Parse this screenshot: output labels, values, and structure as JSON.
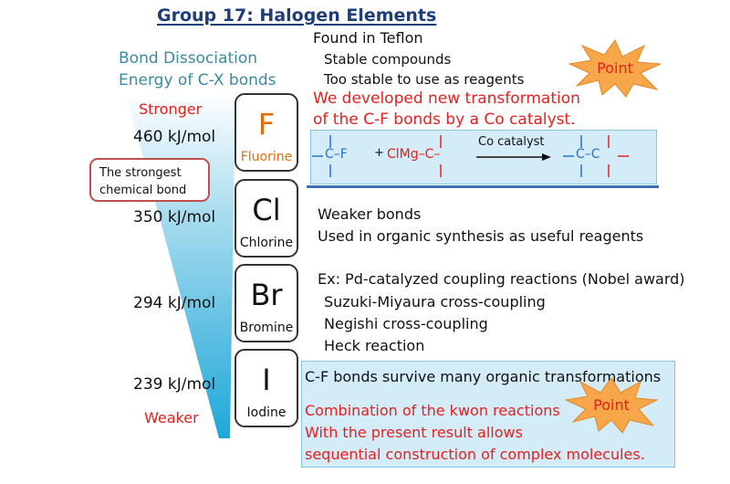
{
  "title": "Group 17:  Halogen Elements",
  "left_heading": [
    "Bond Dissociation",
    "Energy of C-X bonds"
  ],
  "strength_top": "Stronger",
  "strength_bottom": "Weaker",
  "energies": [
    "460 kJ/mol",
    "350 kJ/mol",
    "294 kJ/mol",
    "239 kJ/mol"
  ],
  "callout": [
    "The strongest",
    "chemical bond"
  ],
  "elements": [
    {
      "symbol": "F",
      "name": "Fluorine",
      "color": "#e46c0a"
    },
    {
      "symbol": "Cl",
      "name": "Chlorine",
      "color": "#111111"
    },
    {
      "symbol": "Br",
      "name": "Bromine",
      "color": "#111111"
    },
    {
      "symbol": "I",
      "name": "Iodine",
      "color": "#111111"
    }
  ],
  "fluorine_notes": {
    "found": "Found in Teflon",
    "stable": "Stable compounds",
    "too_stable": "Too stable to use as reagents",
    "developed_1": "We developed new transformation",
    "developed_2": "of the C-F bonds by a Co catalyst."
  },
  "reaction": {
    "reactant_1": "C–F",
    "plus": "+",
    "reactant_2": "ClMg–C–",
    "catalyst": "Co catalyst",
    "product": "C–C"
  },
  "chlorine_notes": [
    "Weaker bonds",
    "Used in organic synthesis as useful reagents"
  ],
  "bromine_notes": {
    "example": "Ex: Pd-catalyzed coupling reactions (Nobel award)",
    "items": [
      "Suzuki-Miyaura cross-coupling",
      "Negishi cross-coupling",
      "Heck reaction"
    ]
  },
  "iodine_notes": {
    "survive": "C-F bonds survive many organic transformations",
    "combo": "Combination of the kwon reactions",
    "allows": "With the present result allows",
    "sequential": "sequential construction of complex molecules."
  },
  "point_label": "Point",
  "colors": {
    "title": "#1f3d7a",
    "heading": "#3a8aa3",
    "highlight": "#e8201e",
    "gradient_top": "#ffffff",
    "gradient_bottom": "#1ea7d8",
    "scheme_box": "#d3ecf8",
    "bond_blue": "#2d6fd0",
    "bond_red": "#e8201e",
    "starburst": "#f7a64a"
  }
}
